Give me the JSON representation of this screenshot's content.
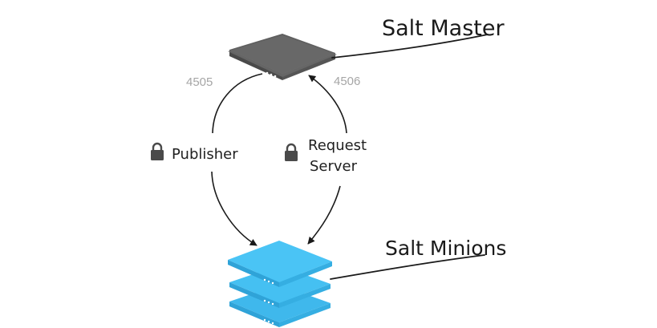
{
  "master": {
    "title": "Salt Master",
    "color": "#6a6a6a"
  },
  "minions": {
    "title": "Salt Minions",
    "color": "#45c0f2"
  },
  "channels": {
    "publisher": {
      "port": "4505",
      "label": "Publisher",
      "icon": "lock-icon"
    },
    "request_server": {
      "port": "4506",
      "label_line1": "Request",
      "label_line2": "Server",
      "icon": "lock-icon"
    }
  }
}
